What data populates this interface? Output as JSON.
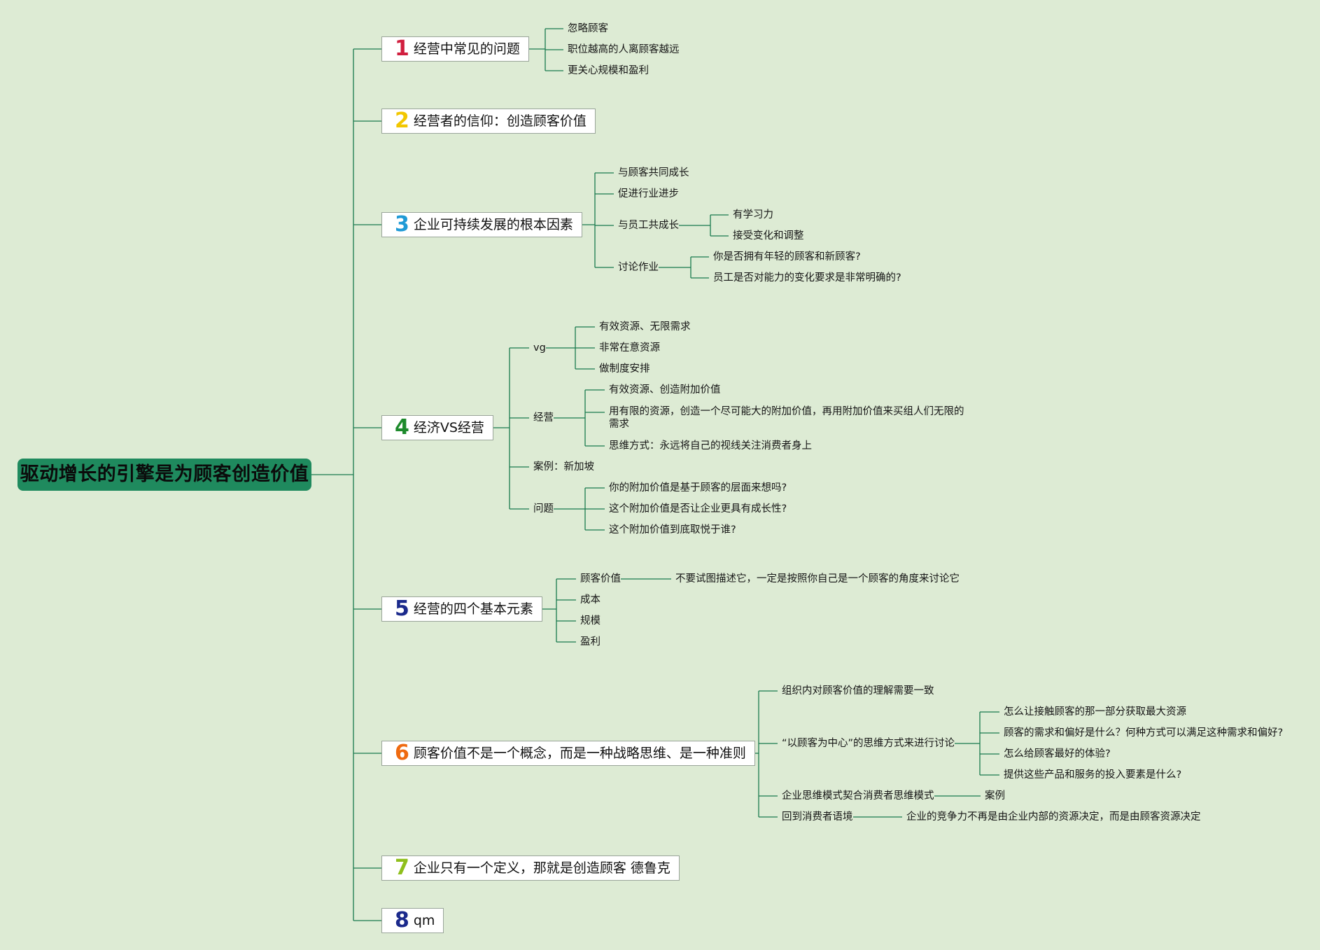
{
  "root": {
    "text": "驱动增长的引擎是为顾客创造价值"
  },
  "colors": {
    "background": "#ddebd4",
    "root_fill": "#1f8a5e",
    "line": "#1a7a4e",
    "num": [
      "#d11f3f",
      "#f2c700",
      "#1f9ad6",
      "#1d8a2c",
      "#1b2a8c",
      "#ef6a10",
      "#8fbf1c",
      "#1b2a8c"
    ]
  },
  "branches": [
    {
      "num": "1",
      "label": "经营中常见的问题",
      "children": [
        {
          "label": "忽略顾客"
        },
        {
          "label": "职位越高的人离顾客越远"
        },
        {
          "label": "更关心规模和盈利"
        }
      ]
    },
    {
      "num": "2",
      "label": "经营者的信仰：创造顾客价值",
      "children": []
    },
    {
      "num": "3",
      "label": "企业可持续发展的根本因素",
      "children": [
        {
          "label": "与顾客共同成长"
        },
        {
          "label": "促进行业进步"
        },
        {
          "label": "与员工共成长",
          "children": [
            {
              "label": "有学习力"
            },
            {
              "label": "接受变化和调整"
            }
          ]
        },
        {
          "label": "讨论作业",
          "children": [
            {
              "label": "你是否拥有年轻的顾客和新顾客?"
            },
            {
              "label": "员工是否对能力的变化要求是非常明确的?"
            }
          ]
        }
      ]
    },
    {
      "num": "4",
      "label": "经济VS经营",
      "children": [
        {
          "label": "vg",
          "children": [
            {
              "label": "有效资源、无限需求"
            },
            {
              "label": "非常在意资源"
            },
            {
              "label": "做制度安排"
            }
          ]
        },
        {
          "label": "经营",
          "children": [
            {
              "label": "有效资源、创造附加价值"
            },
            {
              "label": "用有限的资源，创造一个尽可能大的附加价值，再用附加价值来买组人们无限的需求"
            },
            {
              "label": "思维方式：永远将自己的视线关注消费者身上"
            }
          ]
        },
        {
          "label": "案例：新加坡"
        },
        {
          "label": "问题",
          "children": [
            {
              "label": "你的附加价值是基于顾客的层面来想吗?"
            },
            {
              "label": "这个附加价值是否让企业更具有成长性?"
            },
            {
              "label": "这个附加价值到底取悦于谁?"
            }
          ]
        }
      ]
    },
    {
      "num": "5",
      "label": "经营的四个基本元素",
      "children": [
        {
          "label": "顾客价值",
          "children": [
            {
              "label": "不要试图描述它，一定是按照你自己是一个顾客的角度来讨论它"
            }
          ]
        },
        {
          "label": "成本"
        },
        {
          "label": "规模"
        },
        {
          "label": "盈利"
        }
      ]
    },
    {
      "num": "6",
      "label": "顾客价值不是一个概念，而是一种战略思维、是一种准则",
      "children": [
        {
          "label": "组织内对顾客价值的理解需要一致"
        },
        {
          "label": "“以顾客为中心”的思维方式来进行讨论",
          "children": [
            {
              "label": "怎么让接触顾客的那一部分获取最大资源"
            },
            {
              "label": "顾客的需求和偏好是什么？何种方式可以满足这种需求和偏好?"
            },
            {
              "label": "怎么给顾客最好的体验?"
            },
            {
              "label": "提供这些产品和服务的投入要素是什么?"
            }
          ]
        },
        {
          "label": "企业思维模式契合消费者思维模式",
          "children": [
            {
              "label": "案例"
            }
          ]
        },
        {
          "label": "回到消费者语境",
          "children": [
            {
              "label": "企业的竞争力不再是由企业内部的资源决定，而是由顾客资源决定"
            }
          ]
        }
      ]
    },
    {
      "num": "7",
      "label": "企业只有一个定义，那就是创造顾客 德鲁克",
      "children": []
    },
    {
      "num": "8",
      "label": "qm",
      "children": []
    }
  ]
}
